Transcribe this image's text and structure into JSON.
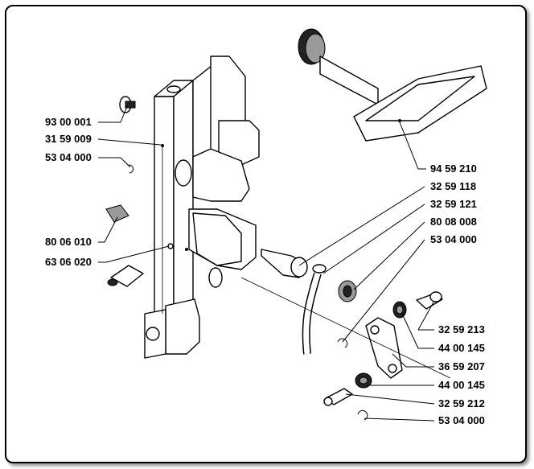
{
  "labels": {
    "left": [
      "93 00 001",
      "31 59 009",
      "53 04 000",
      "80 06 010",
      "63 06 020"
    ],
    "right": [
      "94 59 210",
      "32 59 118",
      "32 59 121",
      "80 08 008",
      "53 04 000",
      "32 59 213",
      "44 00 145",
      "36 59 207",
      "44 00 145",
      "32 59 212",
      "53 04 000"
    ]
  }
}
